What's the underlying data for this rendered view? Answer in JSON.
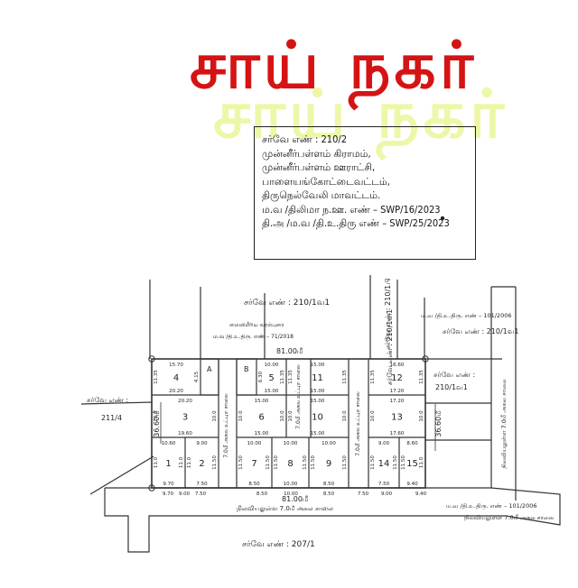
{
  "title": "சாய் நகர்",
  "info_box": [
    "சர்வே எண் : 210/2",
    "முன்னீர்பள்ளம் கிராமம்,",
    "முன்னீர்பள்ளம் ஊராட்சி,",
    "பாளையங்கோட்டைவட்டம்,",
    "திருநெல்வேலி மாவட்டம்.",
    "ம.வ /திலிமா ந.ஊ. எண் – SWP/16/2023",
    "தி.அ /ம.வ /தி.உ.திரு எண் – SWP/25/2023"
  ],
  "labels": {
    "survey_top": "சர்வே எண் : 210/1வ1",
    "survey_top_vertical": "சர்வே எண் : 210/1பி",
    "survey_mid_vertical": "சர்வே எண் : 210/1வ1",
    "survey_right_top": "சர்வே எண் : 210/1வ1",
    "approval_right_top": "ம.வ /தி.உ.திரு. எண் – 101/2006",
    "survey_right": "சர்வே எண் :",
    "survey_right_num": "210/1வ1",
    "survey_left": "சர்வே எண் :",
    "survey_left_num": "211/4",
    "survey_bottom": "சர்வே எண் : 207/1",
    "existing_path": "மைவிமீரிய வரம்புரை",
    "approval_top": "ம.வ /தி.உ.திரு. எண் – 71/2018",
    "road_bottom": "நிலவியலுள்ள 7.0மீ அகல சாலை",
    "road_bottom_right": "நிலவியலுள்ள 7.0மீ அகல சாலை",
    "approval_bottom_right": "ம.வ /தி.உ.திரு. எண் – 101/2006",
    "road_right_vertical": "நிலவியலுள்ள 7.0மீ அகல சாலை",
    "internal_road_1": "7.0மீ அகல உட்புற சாலை",
    "internal_road_2": "7.0மீ அகல உட்புற சாலை",
    "internal_road_3": "7.0மீ அகல உட்புற சாலை",
    "dim_top": "81.00மீ",
    "dim_bottom": "81.00மீ",
    "dim_left": "36.60மீ",
    "dim_right": "36.60மீ",
    "reserve_a": "A",
    "reserve_b": "B"
  },
  "plots": [
    {
      "no": "1",
      "top": "10.60",
      "bottom": "9.70",
      "left": "11.0",
      "right": "11.0"
    },
    {
      "no": "2",
      "top": "9.00",
      "bottom": "7.50",
      "left": "11.0",
      "right": "11.50"
    },
    {
      "no": "3",
      "top": "20.20",
      "bottom": "19.60",
      "left": "10.0",
      "right": "10.0"
    },
    {
      "no": "4",
      "top": "15.70",
      "bottom": "20.20",
      "left": "11.35",
      "right": "4.15"
    },
    {
      "no": "5",
      "top": "10.00",
      "bottom": "15.00",
      "left": "6.30",
      "right": "11.35"
    },
    {
      "no": "6",
      "top": "15.00",
      "bottom": "15.00",
      "left": "10.0",
      "right": "10.0"
    },
    {
      "no": "7",
      "top": "10.00",
      "bottom": "8.50",
      "left": "11.50",
      "right": "11.50"
    },
    {
      "no": "8",
      "top": "10.00",
      "bottom": "10.00",
      "left": "11.50",
      "right": "11.50"
    },
    {
      "no": "9",
      "top": "10.00",
      "bottom": "8.50",
      "left": "11.50",
      "right": "11.50"
    },
    {
      "no": "10",
      "top": "15.00",
      "bottom": "15.00",
      "left": "10.0",
      "right": "10.0"
    },
    {
      "no": "11",
      "top": "15.00",
      "bottom": "15.00",
      "left": "11.35",
      "right": "11.35"
    },
    {
      "no": "12",
      "top": "16.60",
      "bottom": "17.20",
      "left": "11.35",
      "right": "11.35"
    },
    {
      "no": "13",
      "top": "17.20",
      "bottom": "17.60",
      "left": "10.0",
      "right": "10.0"
    },
    {
      "no": "14",
      "top": "9.00",
      "bottom": "7.50",
      "left": "11.50",
      "right": "11.50"
    },
    {
      "no": "15",
      "top": "8.60",
      "bottom": "9.40",
      "left": "11.50",
      "right": "11.0"
    }
  ],
  "bottom_dims": [
    "9.70",
    "7.50",
    "8.50",
    "10.00",
    "8.50",
    "7.50",
    "9.40",
    "9.00",
    "9.00"
  ]
}
